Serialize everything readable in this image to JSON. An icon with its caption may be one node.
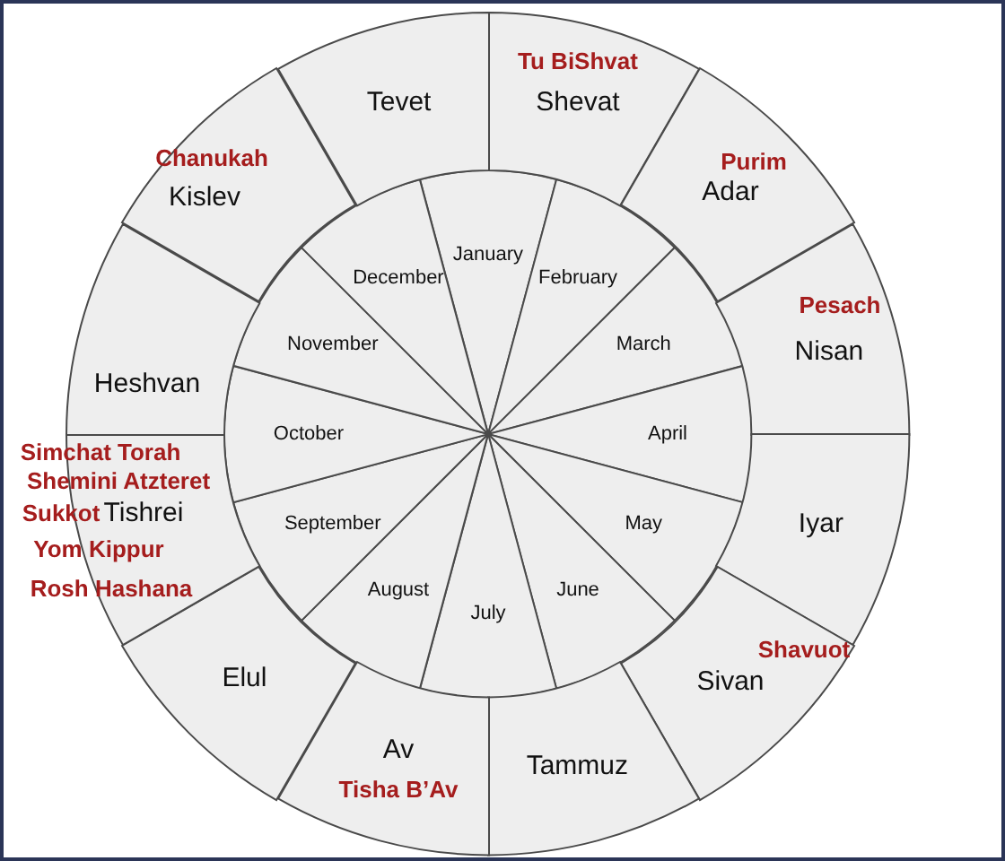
{
  "diagram": {
    "nodes": [
      {
        "text": [
          "January"
        ]
      },
      {
        "text": [
          "February"
        ]
      },
      {
        "text": [
          "March"
        ]
      },
      {
        "text": [
          "April"
        ]
      },
      {
        "text": [
          "May"
        ]
      },
      {
        "text": [
          "June"
        ]
      },
      {
        "text": [
          "July"
        ]
      },
      {
        "text": [
          "August"
        ]
      },
      {
        "text": [
          "September"
        ]
      },
      {
        "text": [
          "October"
        ]
      },
      {
        "text": [
          "November"
        ]
      },
      {
        "text": [
          "December"
        ]
      },
      {
        "text": [
          "Tu BiShvat",
          "Shevat"
        ]
      },
      {
        "text": [
          "Purim",
          "Adar"
        ]
      },
      {
        "text": [
          "Pesach",
          "Nisan"
        ]
      },
      {
        "text": [
          "Iyar"
        ]
      },
      {
        "text": [
          "Shavuot",
          "Sivan"
        ]
      },
      {
        "text": [
          "Tammuz"
        ]
      },
      {
        "text": [
          "Av",
          "Tisha B’Av"
        ]
      },
      {
        "text": [
          "Elul"
        ]
      },
      {
        "text": [
          "Simchat Torah",
          "Shemini Atzteret",
          "Sukkot",
          "Tishrei",
          "Yom Kippur",
          "Rosh Hashana"
        ]
      },
      {
        "text": [
          "Heshvan"
        ]
      },
      {
        "text": [
          "Chanukah",
          "Kislev"
        ]
      },
      {
        "text": [
          "Tevet"
        ]
      }
    ],
    "edges": []
  }
}
